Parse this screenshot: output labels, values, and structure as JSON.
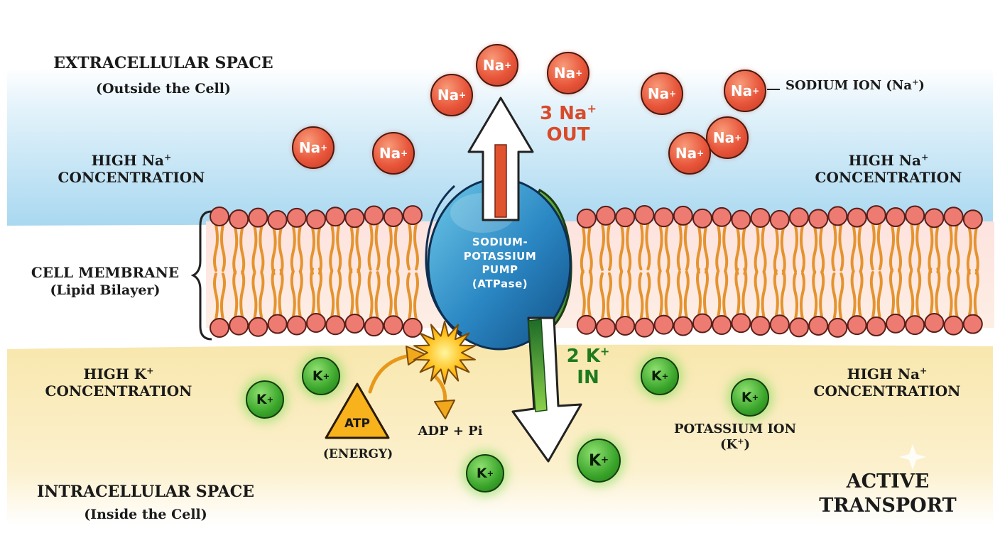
{
  "labels": {
    "extracellular_title": "EXTRACELLULAR SPACE",
    "extracellular_sub": "(Outside the Cell)",
    "high_na_prefix": "HIGH Na",
    "plus": "+",
    "concentration": "CONCENTRATION",
    "high_k_prefix": "HIGH K",
    "membrane_title": "CELL MEMBRANE",
    "membrane_sub": "(Lipid Bilayer)",
    "intracellular_title": "INTRACELLULAR SPACE",
    "intracellular_sub": "(Inside the Cell)",
    "sodium_ion_label": "SODIUM ION (Na",
    "sodium_ion_close": ")",
    "potassium_ion_line1": "POTASSIUM ION",
    "potassium_ion_line2_open": "(K",
    "potassium_ion_line2_close": ")",
    "active": "ACTIVE",
    "transport": "TRANSPORT"
  },
  "pump": {
    "line1": "SODIUM-",
    "line2": "POTASSIUM",
    "line3": "PUMP",
    "line4": "(ATPase)"
  },
  "flux": {
    "na_count": "3 Na",
    "na_dir": "OUT",
    "k_count": "2 K",
    "k_dir": "IN"
  },
  "energy": {
    "atp": "ATP",
    "energy": "(ENERGY)",
    "products": "ADP + Pi"
  },
  "ions": {
    "na_symbol": "Na",
    "k_symbol": "K",
    "charge": "+"
  },
  "colors": {
    "sodium": "#e8553a",
    "potassium": "#3aa52a",
    "pump": "#1f6fa8",
    "lipid_head": "#ee7b72",
    "lipid_tail": "#e5932e",
    "extracellular_bg": "#c8e6f4",
    "intracellular_bg": "#fbefc4"
  }
}
